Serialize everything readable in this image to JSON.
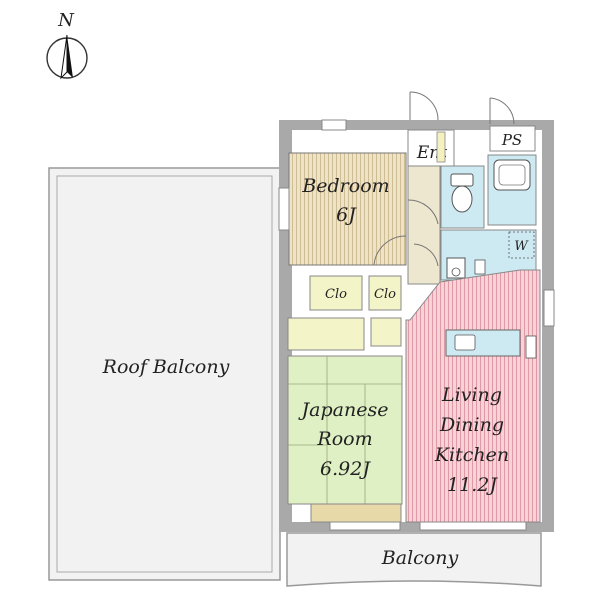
{
  "compass": {
    "label": "N",
    "icon": "north-arrow-icon"
  },
  "rooms": {
    "roof_balcony": "Roof Balcony",
    "balcony": "Balcony",
    "entrance": "Ent",
    "pipe_space": "PS",
    "bedroom": {
      "name": "Bedroom",
      "size": "6J"
    },
    "closet_1": "Clo",
    "closet_2": "Clo",
    "japanese_room": {
      "line1": "Japanese",
      "line2": "Room",
      "size": "6.92J"
    },
    "ldk": {
      "line1": "Living",
      "line2": "Dining",
      "line3": "Kitchen",
      "size": "11.2J"
    },
    "washer": "W"
  },
  "colors": {
    "wall": "#a9a9a9",
    "bedroom_floor": "#efe3c6",
    "japanese_room": "#dff0c4",
    "ldk_floor": "#f6d3d8",
    "ldk_stripes": "#d98a98",
    "wet_area": "#cdeaf2",
    "closet": "#f3f5c8",
    "entrance_floor": "#eee7cf",
    "roof_balcony": "#f2f2f2",
    "balcony": "#f2f2f2"
  }
}
